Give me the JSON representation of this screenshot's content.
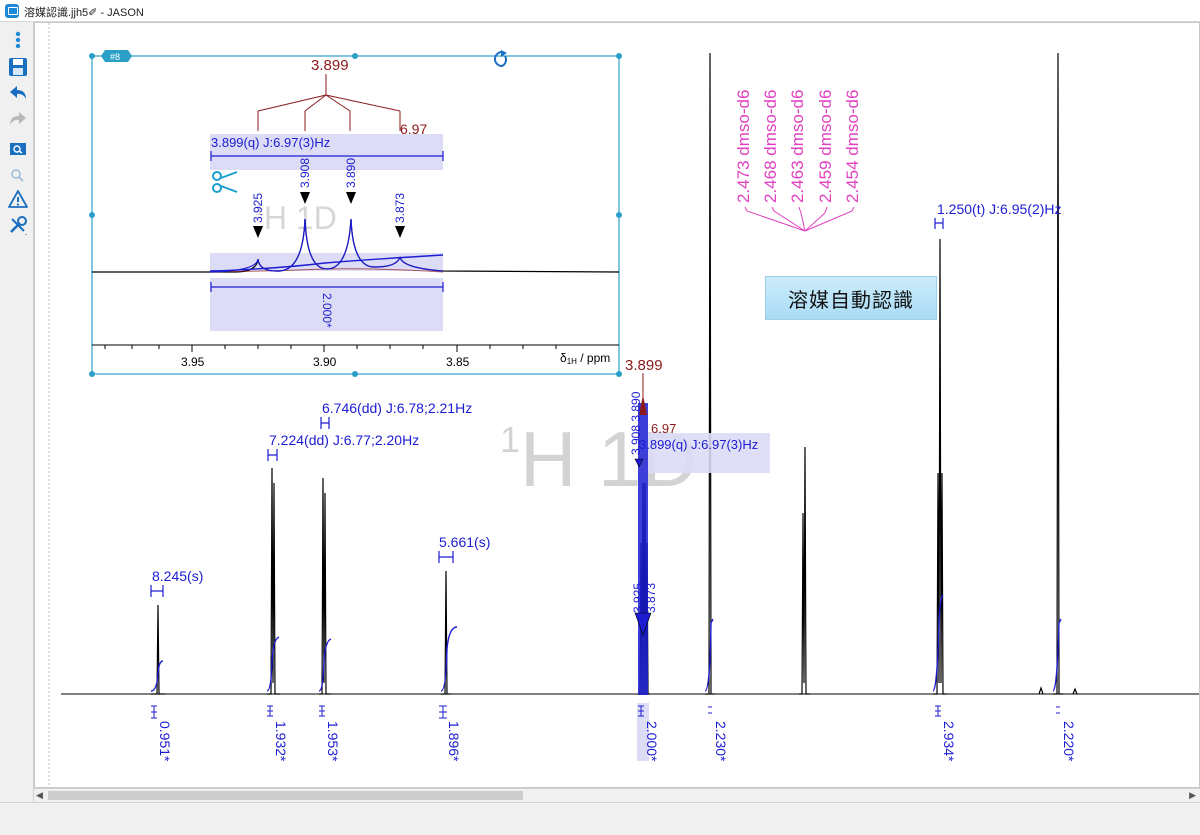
{
  "window": {
    "title": "溶媒認識.jjh5✐ - JASON"
  },
  "toolbar": {
    "items": [
      {
        "icon": "menu-dots-icon"
      },
      {
        "icon": "save-icon"
      },
      {
        "icon": "undo-icon"
      },
      {
        "icon": "redo-icon"
      },
      {
        "icon": "zoom-window-icon"
      },
      {
        "icon": "zoom-icon"
      },
      {
        "icon": "warning-icon"
      },
      {
        "icon": "tools-icon"
      }
    ]
  },
  "spectrum": {
    "watermark": "1H 1D",
    "watermark_sup": "1",
    "watermark_main": "H 1D",
    "solvent_badge": "溶媒自動認識",
    "solvent_peaks": [
      "2.473 dmso-d6",
      "2.468 dmso-d6",
      "2.463 dmso-d6",
      "2.459 dmso-d6",
      "2.454 dmso-d6"
    ],
    "multiplets": [
      {
        "label": "8.245(s)",
        "integral": "0.951*"
      },
      {
        "label": "7.224(dd) J:6.77;2.20Hz",
        "integral": "1.932*"
      },
      {
        "label": "6.746(dd) J:6.78;2.21Hz",
        "integral": "1.953*"
      },
      {
        "label": "5.661(s)",
        "integral": "1.896*"
      },
      {
        "label": "3.899(q) J:6.97(3)Hz",
        "integral": "2.000*"
      },
      {
        "label": "",
        "integral": "2.230*"
      },
      {
        "label": "1.250(t) J:6.95(2)Hz",
        "integral": "2.934*"
      },
      {
        "label": "",
        "integral": "2.220*"
      }
    ],
    "main_quartet": {
      "center": "3.899",
      "j": "6.97",
      "peak_labels": [
        "3.925",
        "3.873"
      ],
      "stacked_labels": "3.908 3.890"
    }
  },
  "inset": {
    "badge": "#8",
    "center_label": "3.899",
    "j_label": "6.97",
    "multiplet_label": "3.899(q) J:6.97(3)Hz",
    "peaks": [
      "3.925",
      "3.908",
      "3.890",
      "3.873"
    ],
    "integral": "2.000*",
    "watermark": "1H 1D",
    "watermark_sup": "1",
    "watermark_main": "H 1D",
    "axis": {
      "ticks": [
        "3.95",
        "3.90",
        "3.85"
      ],
      "unit_prefix": "δ",
      "unit_sub": "1H",
      "unit_suffix": " / ppm"
    }
  },
  "colors": {
    "spectrum": "#000000",
    "annotation": "#1c1cd2",
    "quartet": "#8b1a1a",
    "solvent": "#e040c0",
    "inset_frame": "#2a9fc8",
    "integral_region": "#dcdcf6"
  }
}
